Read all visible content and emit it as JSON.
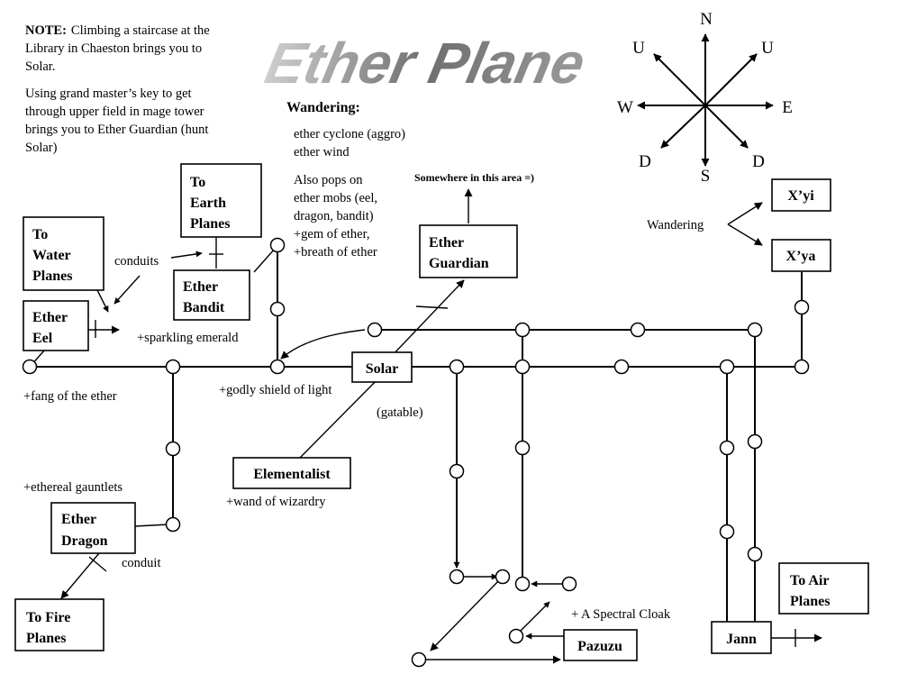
{
  "title": "Ether Plane",
  "note": {
    "label": "NOTE:",
    "line1": "Climbing a staircase at the",
    "line2": "Library in Chaeston brings you to",
    "line3": "Solar.",
    "p2_line1": "Using grand master’s key to get",
    "p2_line2": "through upper field in mage tower",
    "p2_line3": "brings you to Ether Guardian (hunt",
    "p2_line4": "Solar)"
  },
  "wandering": {
    "heading": "Wandering:",
    "mob1": "ether cyclone (aggro)",
    "mob2": "ether wind",
    "also1": "Also pops on",
    "also2": "ether mobs (eel,",
    "also3": "dragon, bandit)",
    "item1": "+gem of ether,",
    "item2": "+breath of ether"
  },
  "compass": {
    "n": "N",
    "s": "S",
    "e": "E",
    "w": "W",
    "u1": "U",
    "u2": "U",
    "d1": "D",
    "d2": "D"
  },
  "boxes": {
    "earth1": "To",
    "earth2": "Earth",
    "earth3": "Planes",
    "water1": "To",
    "water2": "Water",
    "water3": "Planes",
    "eel1": "Ether",
    "eel2": "Eel",
    "bandit1": "Ether",
    "bandit2": "Bandit",
    "guardian1": "Ether",
    "guardian2": "Guardian",
    "solar": "Solar",
    "xyi": "X’yi",
    "xya": "X’ya",
    "elementalist": "Elementalist",
    "dragon1": "Ether",
    "dragon2": "Dragon",
    "fire1": "To Fire",
    "fire2": "Planes",
    "air1": "To Air",
    "air2": "Planes",
    "jann": "Jann",
    "pazuzu": "Pazuzu"
  },
  "labels": {
    "conduits": "conduits",
    "conduit": "conduit",
    "wandering_right": "Wandering",
    "somewhere": "Somewhere in this area =)",
    "sparkling": "+sparkling emerald",
    "fang": "+fang of the ether",
    "shield": "+godly shield of light",
    "gatable": "(gatable)",
    "gauntlets": "+ethereal gauntlets",
    "wand": "+wand of wizardry",
    "cloak": "+ A Spectral Cloak"
  }
}
